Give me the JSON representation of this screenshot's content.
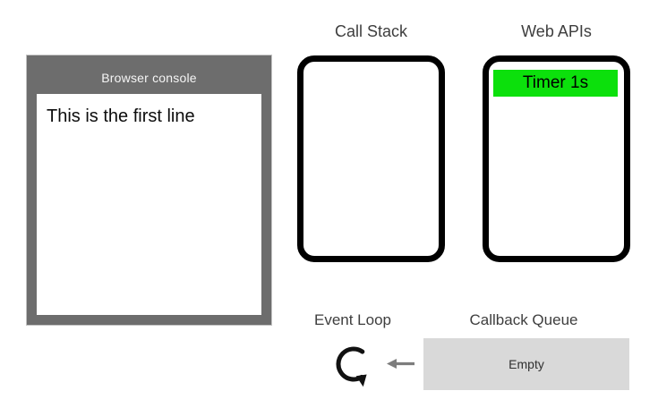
{
  "console": {
    "title": "Browser console",
    "lines": [
      "This is the first line"
    ]
  },
  "call_stack": {
    "title": "Call Stack",
    "items": []
  },
  "web_apis": {
    "title": "Web APIs",
    "items": [
      {
        "label": "Timer 1s"
      }
    ]
  },
  "event_loop": {
    "title": "Event Loop"
  },
  "callback_queue": {
    "title": "Callback Queue",
    "status": "Empty"
  },
  "icons": {
    "event_loop": "clockwise-loop-arrow",
    "queue_to_loop": "left-arrow"
  },
  "colors": {
    "console_frame": "#6d6d6d",
    "console_header_text": "#f5f5f5",
    "console_text": "#0c0c0c",
    "box_border": "#000000",
    "timer_bg": "#0ce00c",
    "timer_text": "#000000",
    "queue_bg": "#d9d9d9",
    "label_text": "#3e3e3e",
    "arrow_gray": "#7d7d7d",
    "background": "#ffffff"
  }
}
